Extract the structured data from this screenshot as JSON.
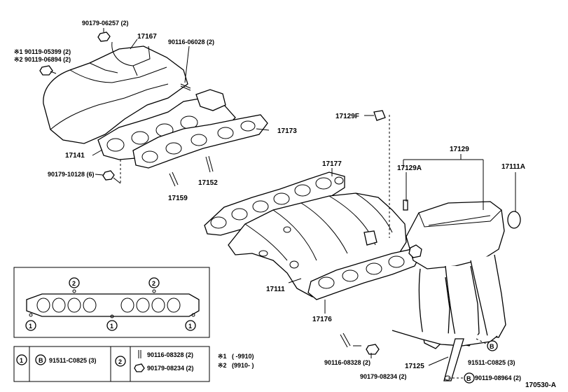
{
  "labels": {
    "p_90179_06257": "90179-06257 (2)",
    "p_17167": "17167",
    "p_90116_06028": "90116-06028 (2)",
    "p_note1_bolt": "※1 90119-05399 (2)",
    "p_note2_bolt": "※2 90119-06894 (2)",
    "p_17173": "17173",
    "p_17141": "17141",
    "p_90179_10128": "90179-10128 (6)",
    "p_17159": "17159",
    "p_17152": "17152",
    "p_17129F": "17129F",
    "p_17129": "17129",
    "p_17129A": "17129A",
    "p_17111A": "17111A",
    "p_17177": "17177",
    "p_17111": "17111",
    "p_17176": "17176",
    "p_90116_08328": "90116-08328 (2)",
    "p_90179_08234": "90179-08234 (2)",
    "p_17125": "17125",
    "p_91511_C0825": "91511-C0825 (3)",
    "p_90119_08964": "90119-08964 (2)",
    "ref": "170530-A"
  },
  "inset": {
    "callout_1": "1",
    "callout_2": "2",
    "row1_marker": "1",
    "row1_circle": "B",
    "row1_part": "91511-C0825 (3)",
    "row2_marker": "2",
    "row2_part_a": "90116-08328 (2)",
    "row2_part_b": "90179-08234 (2)"
  },
  "notes": {
    "note1_mark": "※1",
    "note1_range": "(        -9910)",
    "note2_mark": "※2",
    "note2_range": "(9910-        )"
  },
  "callouts": {
    "b_upper": "B",
    "b_lower": "B"
  }
}
